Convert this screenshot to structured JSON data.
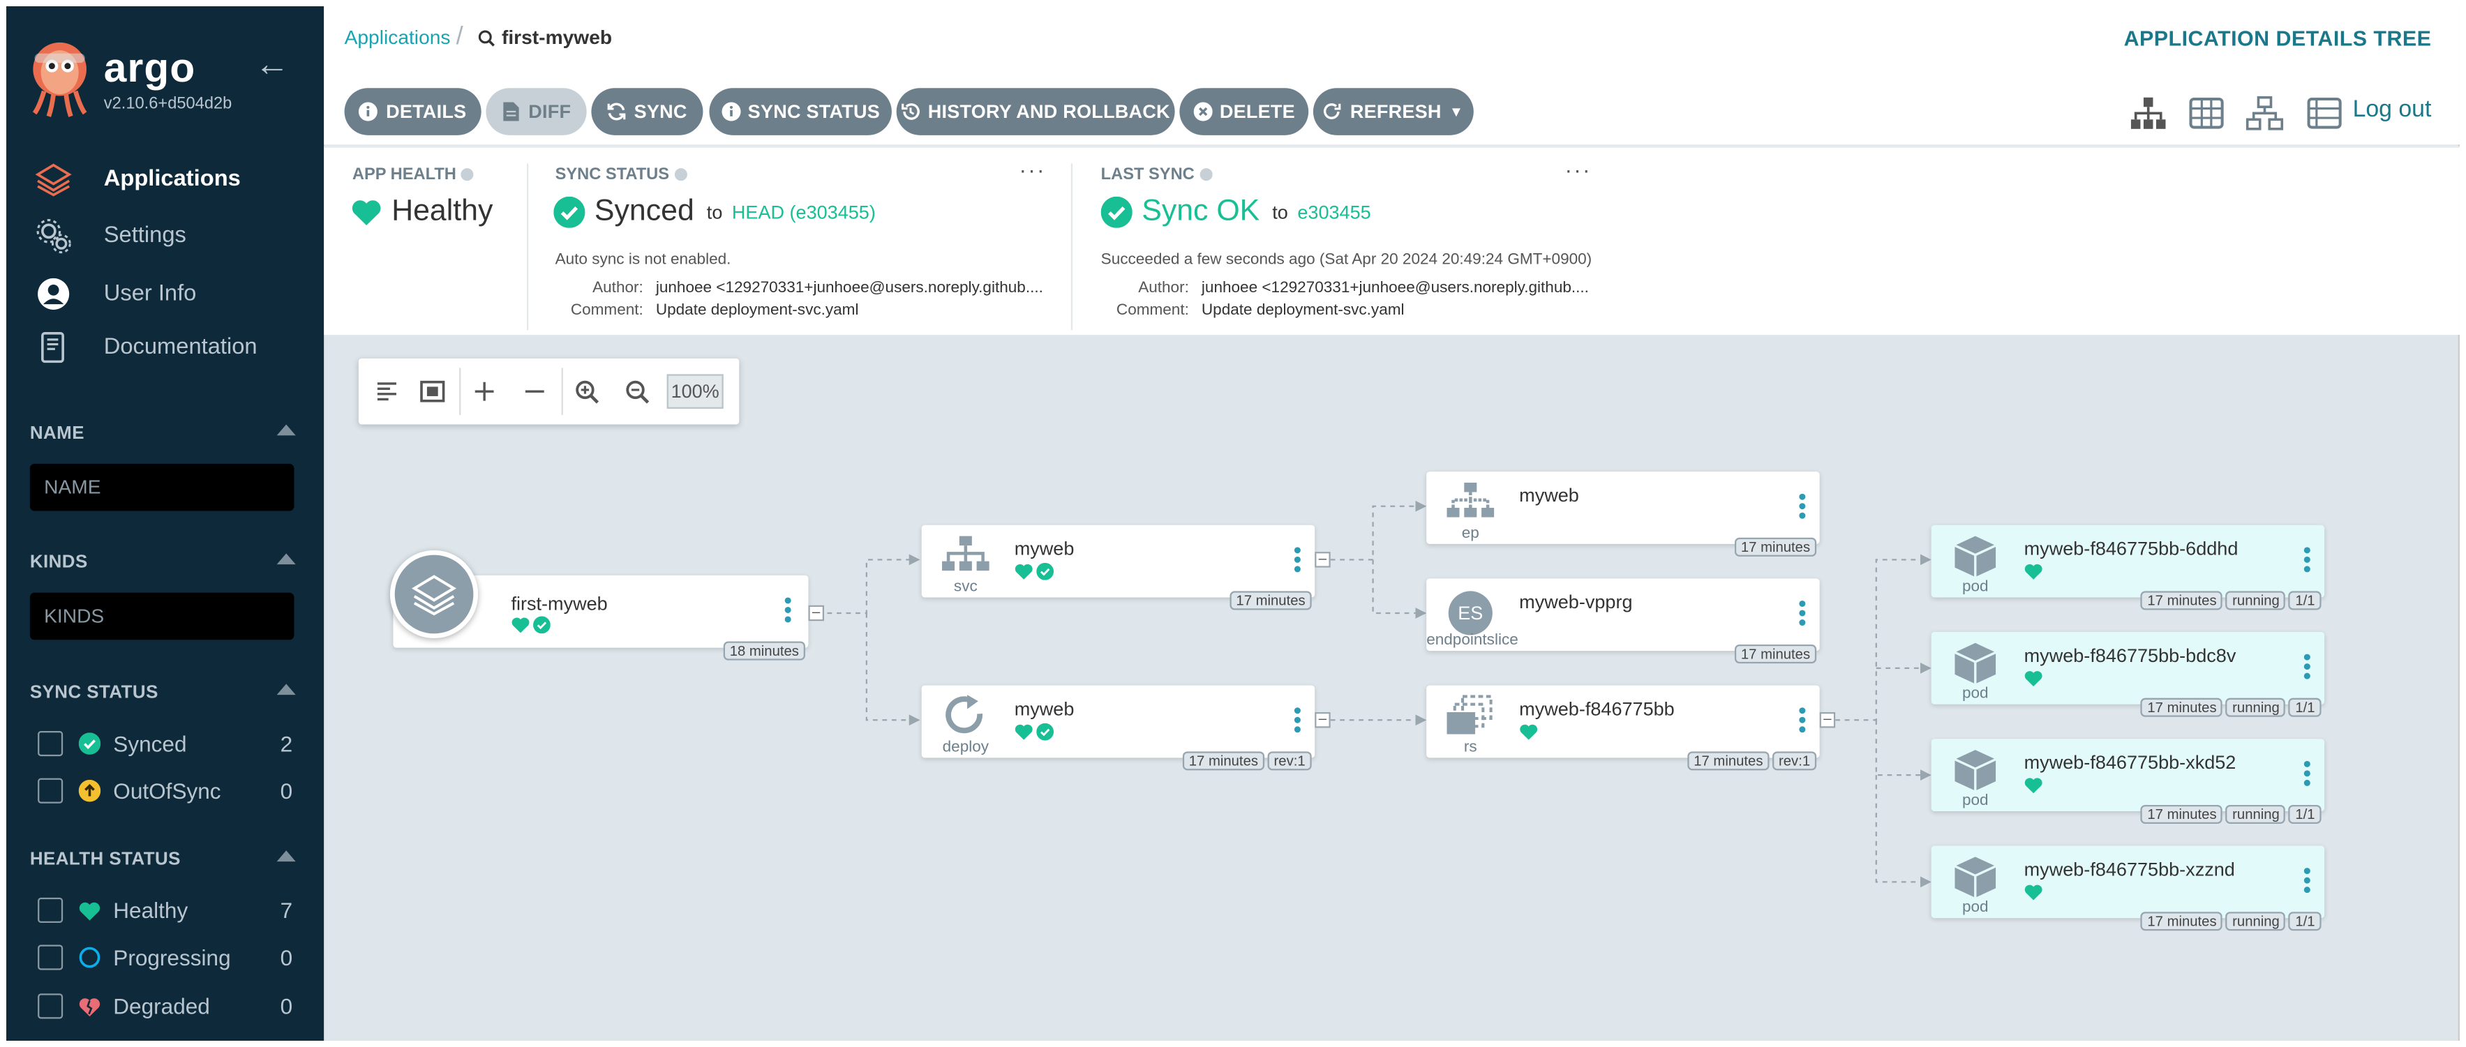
{
  "sidebar": {
    "brand": "argo",
    "version": "v2.10.6+d504d2b",
    "nav": [
      {
        "label": "Applications",
        "icon": "layers-icon",
        "active": true
      },
      {
        "label": "Settings",
        "icon": "gears-icon"
      },
      {
        "label": "User Info",
        "icon": "user-icon"
      },
      {
        "label": "Documentation",
        "icon": "book-icon"
      }
    ],
    "name_filter": {
      "heading": "NAME",
      "placeholder": "NAME"
    },
    "kinds_filter": {
      "heading": "KINDS",
      "placeholder": "KINDS"
    },
    "sync_status": {
      "heading": "SYNC STATUS",
      "items": [
        {
          "label": "Synced",
          "count": "2",
          "color": "#18be94"
        },
        {
          "label": "OutOfSync",
          "count": "0",
          "color": "#f4c030"
        }
      ]
    },
    "health_status": {
      "heading": "HEALTH STATUS",
      "items": [
        {
          "label": "Healthy",
          "count": "7",
          "color": "#18be94"
        },
        {
          "label": "Progressing",
          "count": "0",
          "color": "#0dadea"
        },
        {
          "label": "Degraded",
          "count": "0",
          "color": "#e96d76"
        }
      ]
    }
  },
  "header": {
    "breadcrumb_root": "Applications",
    "breadcrumb_current": "first-myweb",
    "title": "APPLICATION DETAILS TREE",
    "logout": "Log out"
  },
  "toolbar": {
    "details": "DETAILS",
    "diff": "DIFF",
    "sync": "SYNC",
    "sync_status": "SYNC STATUS",
    "history": "HISTORY AND ROLLBACK",
    "delete": "DELETE",
    "refresh": "REFRESH"
  },
  "status": {
    "app_health": {
      "label": "APP HEALTH",
      "value": "Healthy"
    },
    "sync_status": {
      "label": "SYNC STATUS",
      "value": "Synced",
      "to_text": "to",
      "revision": "HEAD (e303455)",
      "auto_sync": "Auto sync is not enabled.",
      "author_label": "Author:",
      "author": "junhoee <129270331+junhoee@users.noreply.github....",
      "comment_label": "Comment:",
      "comment": "Update deployment-svc.yaml"
    },
    "last_sync": {
      "label": "LAST SYNC",
      "value": "Sync OK",
      "to_text": "to",
      "revision": "e303455",
      "succeeded": "Succeeded a few seconds ago (Sat Apr 20 2024 20:49:24 GMT+0900)",
      "author_label": "Author:",
      "author": "junhoee <129270331+junhoee@users.noreply.github....",
      "comment_label": "Comment:",
      "comment": "Update deployment-svc.yaml"
    }
  },
  "graph": {
    "zoom": "100%",
    "app": {
      "name": "first-myweb",
      "age": "18 minutes"
    },
    "nodes": {
      "svc": {
        "name": "myweb",
        "kind": "svc",
        "age": "17 minutes"
      },
      "deploy": {
        "name": "myweb",
        "kind": "deploy",
        "age": "17 minutes",
        "rev": "rev:1"
      },
      "ep": {
        "name": "myweb",
        "kind": "ep",
        "age": "17 minutes"
      },
      "es": {
        "name": "myweb-vpprg",
        "kind": "endpointslice",
        "age": "17 minutes",
        "badge": "ES"
      },
      "rs": {
        "name": "myweb-f846775bb",
        "kind": "rs",
        "age": "17 minutes",
        "rev": "rev:1"
      },
      "pod1": {
        "name": "myweb-f846775bb-6ddhd",
        "kind": "pod",
        "age": "17 minutes",
        "state": "running",
        "ready": "1/1"
      },
      "pod2": {
        "name": "myweb-f846775bb-bdc8v",
        "kind": "pod",
        "age": "17 minutes",
        "state": "running",
        "ready": "1/1"
      },
      "pod3": {
        "name": "myweb-f846775bb-xkd52",
        "kind": "pod",
        "age": "17 minutes",
        "state": "running",
        "ready": "1/1"
      },
      "pod4": {
        "name": "myweb-f846775bb-xzznd",
        "kind": "pod",
        "age": "17 minutes",
        "state": "running",
        "ready": "1/1"
      }
    }
  },
  "colors": {
    "sidebar_bg": "#0e2a3a",
    "accent": "#19788a",
    "healthy": "#18be94",
    "button": "#6d7f8b",
    "canvas": "#dee6eb",
    "pod_bg": "#e2fafa"
  }
}
